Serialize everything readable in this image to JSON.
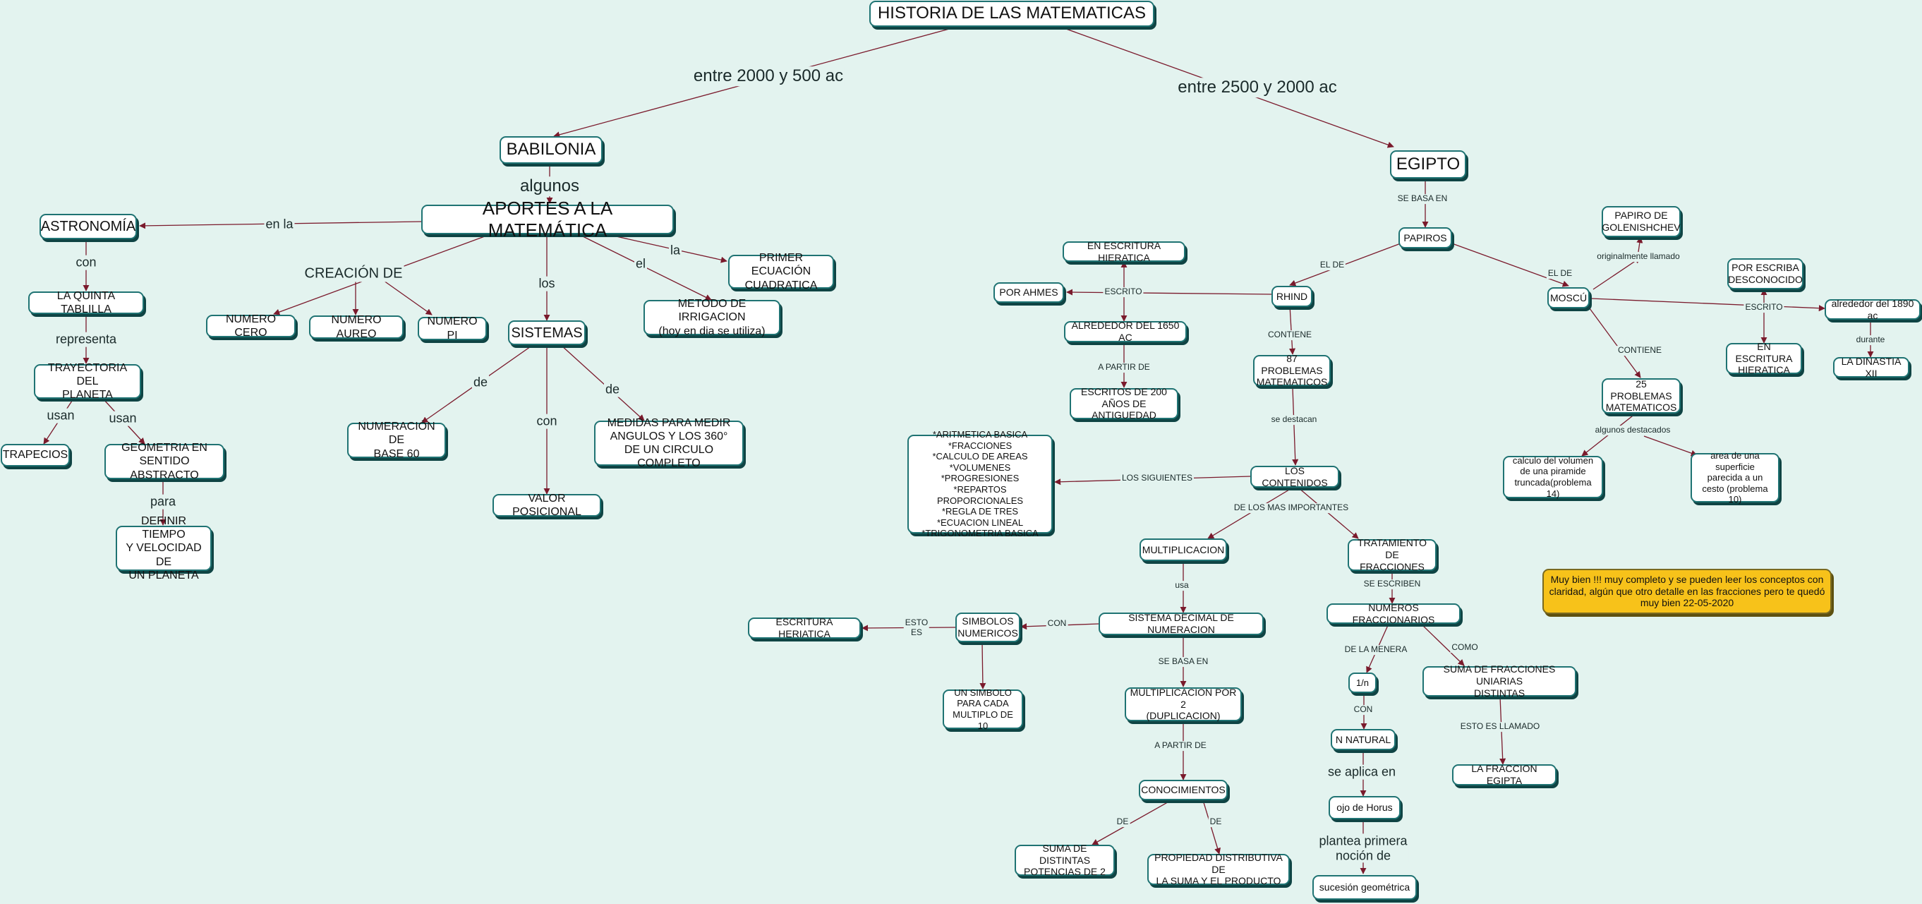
{
  "colors": {
    "background": "#e3f3ef",
    "node_border": "#1f7373",
    "edge": "#7a1a2c",
    "note_fill": "#f7c21a"
  },
  "title": "HISTORIA DE LAS MATEMATICAS",
  "nodes": {
    "root": "HISTORIA DE LAS MATEMATICAS",
    "babilonia": "BABILONIA",
    "aportes": "APORTES A LA MATEMÁTICA",
    "astronomia": "ASTRONOMÍA",
    "quinta_tablilla": "LA QUINTA TABLILLA",
    "trayectoria": "TRAYECTORIA DEL\nPLANETA",
    "trapecios": "TRAPECIOS",
    "geometria": "GEOMETRIA EN\nSENTIDO ABSTRACTO",
    "definir_tiempo": "DEFINIR TIEMPO\nY VELOCIDAD DE\nUN PLANETA",
    "numero_cero": "NUMERO CERO",
    "numero_aureo": "NUMERO AUREO",
    "numero_pi": "NUMERO PI",
    "sistemas": "SISTEMAS",
    "numeracion60": "NUMERACIÓN DE\nBASE 60",
    "valor_posicional": "VALOR POSICIONAL",
    "medidas": "MEDIDAS PARA MEDIR\nANGULOS Y LOS 360°\nDE UN CIRCULO COMPLETO",
    "metodo_irrigacion": "METODO DE IRRIGACION\n(hoy en dia se utiliza)",
    "primer_ecuacion": "PRIMER ECUACIÓN\nCUADRATICA",
    "egipto": "EGIPTO",
    "papiros": "PAPIROS",
    "rhind": "RHIND",
    "moscu": "MOSCÚ",
    "escritura_hieratica_top": "EN ESCRITURA HIERATICA",
    "por_ahmes": "POR AHMES",
    "alrededor_1650": "ALREDEDOR DEL 1650 AC",
    "escritos_200": "ESCRITOS DE 200\nAÑOS DE ANTIGUEDAD",
    "problemas87": "87 PROBLEMAS\nMATEMATICOS",
    "contenidos": "LOS CONTENIDOS",
    "aritmetica": "*ARITMETICA BASICA\n*FRACCIONES\n*CALCULO DE AREAS\n*VOLUMENES\n*PROGRESIONES\n*REPARTOS PROPORCIONALES\n*REGLA DE TRES\n*ECUACION LINEAL\n*TRIGONOMETRIA BASICA",
    "multiplicacion": "MULTIPLICACION",
    "tratamiento": "TRATAMIENTO DE\nFRACCIONES",
    "sistema_decimal": "SISTEMA DECIMAL DE NUMERACION",
    "simbolos": "SIMBOLOS\nNUMERICOS",
    "escritura_hieratica_left": "ESCRITURA HERIATICA",
    "un_simbolo": "UN SIMBOLO\nPARA CADA\nMULTIPLO DE 10",
    "multiplicacion_por2": "MULTIPLICACION POR 2\n(DUPLICACION)",
    "conocimientos": "CONOCIMIENTOS",
    "suma_potencias": "SUMA DE DISTINTAS\nPOTENCIAS DE 2",
    "propiedad": "PROPIEDAD DISTRIBUTIVA DE\nLA SUMA Y EL PRODUCTO",
    "numeros_fraccionarios": "NUMEROS FRACCIONARIOS",
    "uno_n": "1/n",
    "suma_fracciones": "SUMA DE FRACCIONES UNIARIAS\nDISTINTAS",
    "n_natural": "N NATURAL",
    "fraccion_egipta": "LA FRACCION EGIPTA",
    "ojo_horus": "ojo de Horus",
    "sucesion": "sucesión geométrica",
    "problemas25": "25 PROBLEMAS\nMATEMATICOS",
    "calculo_volumen": "calculo del volumen\nde una piramide\ntruncada(problema 14)",
    "area_superficie": "area de una\nsuperficie\nparecida a un\ncesto (problema 10)",
    "golenishchev": "PAPIRO DE\nGOLENISHCHEV",
    "escriba_desconocido": "POR ESCRIBA\nDESCONOCIDO",
    "escritura_hieratica_moscu": "EN ESCRITURA\nHIERATICA",
    "alrededor_1890": "alrededor del 1890 ac",
    "dinastia": "LA DINASTIA XII",
    "comment": "Muy bien !!! muy completo y se pueden leer los conceptos con claridad, algún que otro detalle en las fracciones pero te quedó muy bien 22-05-2020"
  },
  "labels": {
    "entre2000": "entre 2000 y 500 ac",
    "entre2500": "entre 2500 y 2000 ac",
    "algunos": "algunos",
    "en_la": "en la",
    "con_astro": "con",
    "representa": "representa",
    "usan1": "usan",
    "usan2": "usan",
    "para": "para",
    "creacion": "CREACIÓN DE",
    "los": "los",
    "el": "el",
    "la": "la",
    "de1": "de",
    "con_sis": "con",
    "de2": "de",
    "se_basa_en_egipto": "SE BASA EN",
    "el_de_rhind": "EL DE",
    "el_de_moscu": "EL DE",
    "escrito_rhind": "ESCRITO",
    "a_partir_de_rhind": "A PARTIR DE",
    "contiene_rhind": "CONTIENE",
    "se_destacan": "se destacan",
    "los_siguientes": "LOS SIGUIENTES",
    "de_los_mas": "DE LOS MAS IMPORTANTES",
    "usa": "usa",
    "con_dec": "CON",
    "esto_es": "ESTO\nES",
    "se_basa_en_dec": "SE BASA EN",
    "a_partir_de_mult": "A PARTIR DE",
    "de_con1": "DE",
    "de_con2": "DE",
    "se_escriben": "SE ESCRIBEN",
    "de_la_menera": "DE LA MENERA",
    "como": "COMO",
    "con_1n": "CON",
    "esto_es_llamado": "ESTO ES LLAMADO",
    "se_aplica_en": "se aplica en",
    "plantea": "plantea primera\nnoción de",
    "contiene_moscu": "CONTIENE",
    "algunos_destacados": "algunos destacados",
    "originalmente": "originalmente llamado",
    "escrito_moscu": "ESCRITO",
    "durante": "durante"
  }
}
